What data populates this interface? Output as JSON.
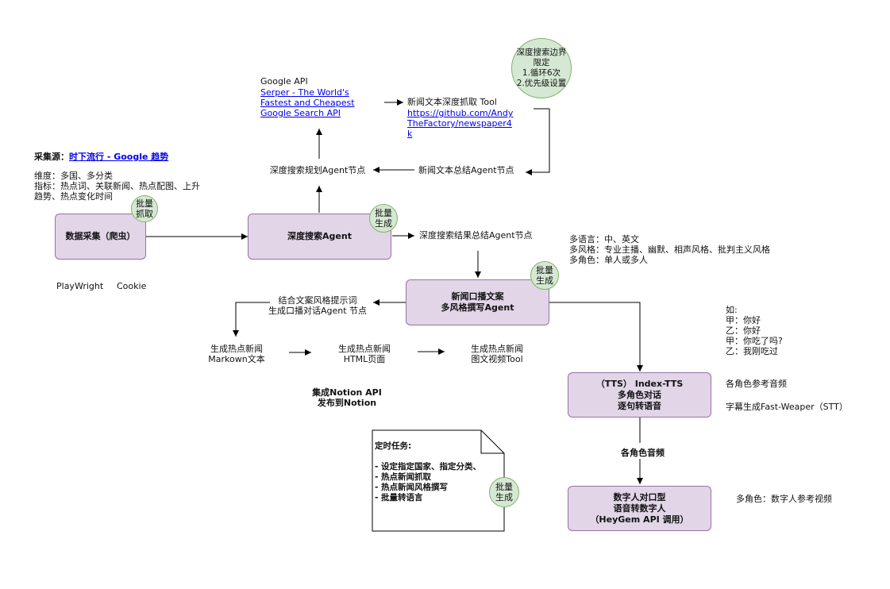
{
  "source": {
    "label": "采集源：",
    "link_text": "时下流行 - Google 趋势"
  },
  "dimensions_note": "维度：多国、多分类\n指标：热点词、关联新闻、热点配图、上升\n趋势、热点变化时间",
  "nodes": {
    "data_collect": "数据采集（爬虫）",
    "deep_search_agent": "深度搜索Agent",
    "news_script_agent": "新闻口播文案\n多风格撰写Agent",
    "tts_box": "（TTS） Index-TTS\n多角色对话\n逐句转语音",
    "digital_human_box": "数字人对口型\n语音转数字人\n（HeyGem API 调用）"
  },
  "badges": {
    "collect": "批量\n抓取",
    "deep_search": "批量\n生成",
    "news_script": "批量\n生成",
    "scheduled": "批量\n生成",
    "search_boundary": "深度搜索边界\n限定\n1.循环6次\n2.优先级设置"
  },
  "labels": {
    "playwright": "PlayWright",
    "cookie": "Cookie",
    "plan_node": "深度搜索规划Agent节点",
    "summary_node": "新闻文本总结Agent节点",
    "result_summary_node": "深度搜索结果总结Agent节点",
    "google_api_title": "Google API",
    "serper_link": "Serper - The World's Fastest and Cheapest Google Search API",
    "crawl_tool_title": "新闻文本深度抓取 Tool",
    "crawl_tool_link": "https://github.com/AndyTheFactory/newspaper4k",
    "style_prompt_node": "结合文案风格提示词\n生成口播对话Agent 节点",
    "gen_markdown": "生成热点新闻\nMarkown文本",
    "gen_html": "生成热点新闻\nHTML页面",
    "gen_video": "生成热点新闻\n图文视频Tool",
    "notion": "集成Notion API\n发布到Notion",
    "multi_config": "多语言：中、英文\n多风格：专业主播、幽默、相声风格、批判主义风格\n多角色：单人或多人",
    "dialog_example": "如:\n甲：你好\n乙：你好\n甲：你吃了吗?\n乙：我刚吃过",
    "role_ref_audio": "各角色参考音频",
    "subtitle_gen": "字幕生成Fast-Weaper（STT）",
    "role_audio": "各角色音频",
    "digital_ref_video": "多角色：数字人参考视频"
  },
  "scheduled_task": {
    "title": "定时任务:",
    "items": [
      "- 设定指定国家、指定分类、",
      "- 热点新闻抓取",
      "- 热点新闻风格撰写",
      "- 批量转语言"
    ]
  },
  "colors": {
    "node_fill": "#e1d5e7",
    "node_stroke": "#9673a6",
    "badge_fill": "#d5e8d4",
    "badge_stroke": "#82b366",
    "link": "#0000ee"
  }
}
